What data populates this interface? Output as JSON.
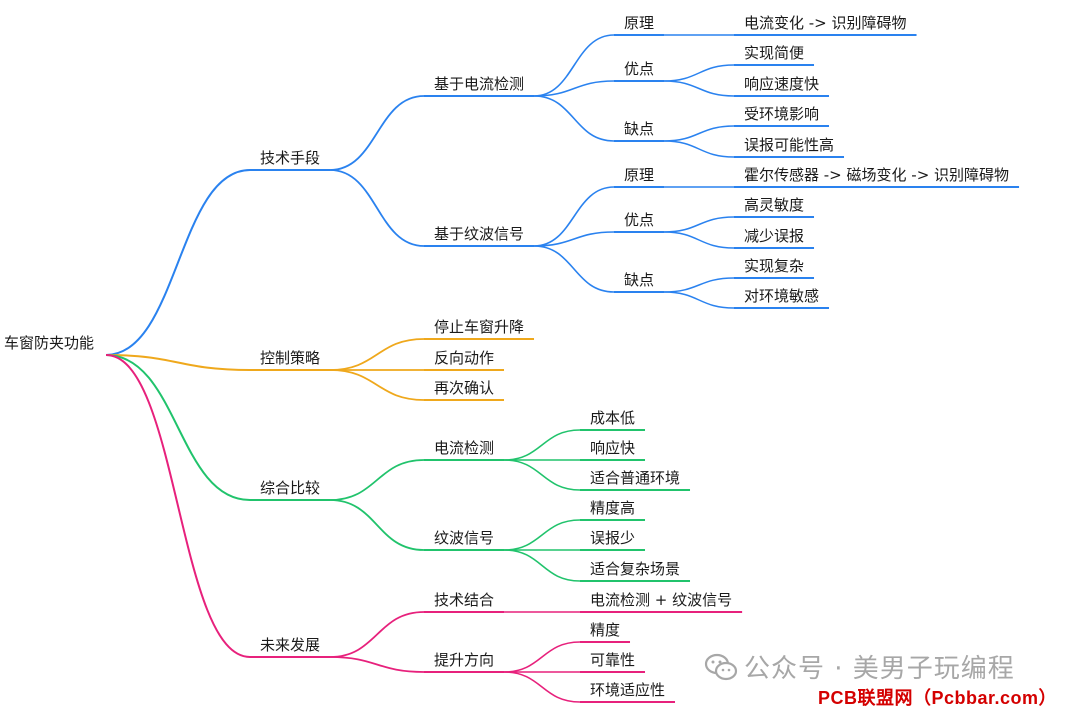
{
  "colors": {
    "blue": "#2a82ef",
    "orange": "#efa81c",
    "green": "#21c36c",
    "pink": "#e7217c"
  },
  "root": {
    "label": "车窗防夹功能"
  },
  "branches": [
    {
      "label": "技术手段",
      "color": "blue",
      "children": [
        {
          "label": "基于电流检测",
          "children": [
            {
              "label": "原理",
              "children": [
                {
                  "label": "电流变化 -> 识别障碍物"
                }
              ]
            },
            {
              "label": "优点",
              "children": [
                {
                  "label": "实现简便"
                },
                {
                  "label": "响应速度快"
                }
              ]
            },
            {
              "label": "缺点",
              "children": [
                {
                  "label": "受环境影响"
                },
                {
                  "label": "误报可能性高"
                }
              ]
            }
          ]
        },
        {
          "label": "基于纹波信号",
          "children": [
            {
              "label": "原理",
              "children": [
                {
                  "label": "霍尔传感器 -> 磁场变化 -> 识别障碍物"
                }
              ]
            },
            {
              "label": "优点",
              "children": [
                {
                  "label": "高灵敏度"
                },
                {
                  "label": "减少误报"
                }
              ]
            },
            {
              "label": "缺点",
              "children": [
                {
                  "label": "实现复杂"
                },
                {
                  "label": "对环境敏感"
                }
              ]
            }
          ]
        }
      ]
    },
    {
      "label": "控制策略",
      "color": "orange",
      "children": [
        {
          "label": "停止车窗升降"
        },
        {
          "label": "反向动作"
        },
        {
          "label": "再次确认"
        }
      ]
    },
    {
      "label": "综合比较",
      "color": "green",
      "children": [
        {
          "label": "电流检测",
          "children": [
            {
              "label": "成本低"
            },
            {
              "label": "响应快"
            },
            {
              "label": "适合普通环境"
            }
          ]
        },
        {
          "label": "纹波信号",
          "children": [
            {
              "label": "精度高"
            },
            {
              "label": "误报少"
            },
            {
              "label": "适合复杂场景"
            }
          ]
        }
      ]
    },
    {
      "label": "未来发展",
      "color": "pink",
      "children": [
        {
          "label": "技术结合",
          "children": [
            {
              "label": "电流检测 + 纹波信号"
            }
          ]
        },
        {
          "label": "提升方向",
          "children": [
            {
              "label": "精度"
            },
            {
              "label": "可靠性"
            },
            {
              "label": "环境适应性"
            }
          ]
        }
      ]
    }
  ],
  "watermark": {
    "text": "公众号 · 美男子玩编程",
    "icon": "wechat-icon"
  },
  "footer": {
    "text": "PCB联盟网（Pcbbar.com）"
  }
}
